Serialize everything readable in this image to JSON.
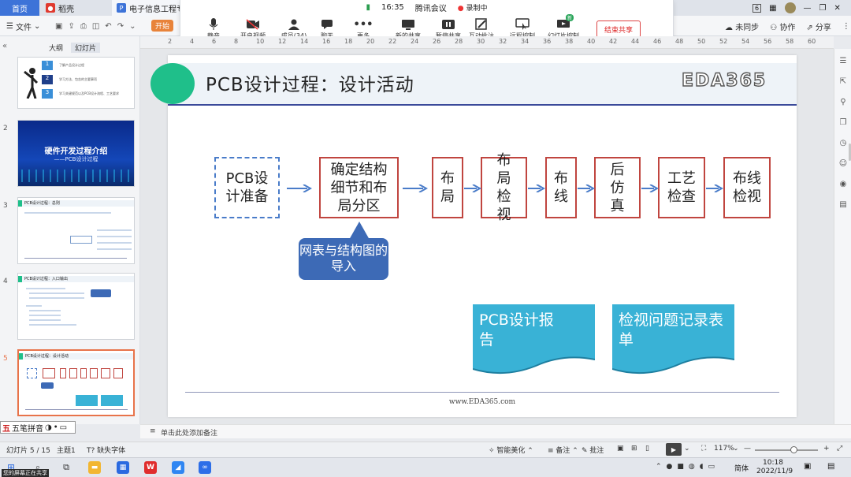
{
  "tabs": [
    {
      "label": "首页",
      "icon": "home-icon"
    },
    {
      "label": "稻壳",
      "icon": "daoke-icon"
    },
    {
      "label": "电子信息工程专业",
      "icon": "presentation-file-icon"
    }
  ],
  "ribbon": {
    "file_label": "文件",
    "start_label": "开始",
    "right_items": [
      "未同步",
      "协作",
      "分享"
    ]
  },
  "meeting": {
    "time": "16:35",
    "app_name": "腾讯会议",
    "recording": "录制中",
    "tools": [
      "静音",
      "开启视频",
      "成员(34)",
      "聊天",
      "更多",
      "新的共享",
      "暂停共享",
      "互动批注",
      "远程控制",
      "幻灯片控制"
    ],
    "new_badge": "新",
    "end_share_label": "结束共享"
  },
  "ruler": {
    "ticks": [
      "2",
      "4",
      "6",
      "8",
      "10",
      "12",
      "14",
      "16",
      "18",
      "20",
      "22",
      "24",
      "26",
      "28",
      "30",
      "32",
      "34",
      "36",
      "38",
      "40",
      "42",
      "44",
      "46",
      "48",
      "50",
      "52",
      "54",
      "56",
      "58",
      "60"
    ]
  },
  "left_panel": {
    "tabs": [
      "大纲",
      "幻灯片"
    ],
    "thumbnails": [
      {
        "number": "",
        "kind": "list",
        "lines": [
          "了解产品设计过程",
          "学习方法、包含的主要事项",
          "学习关键规范以及PCB设计流程、工艺要求"
        ]
      },
      {
        "number": "2",
        "kind": "cover",
        "title": "硬件开发过程介绍",
        "subtitle": "——PCB设计过程"
      },
      {
        "number": "3",
        "kind": "content",
        "title": "PCB设计过程：总则"
      },
      {
        "number": "4",
        "kind": "content",
        "title": "PCB设计过程：入口输出"
      },
      {
        "number": "5",
        "kind": "content",
        "title": "PCB设计过程：设计活动",
        "selected": true
      }
    ]
  },
  "slide": {
    "title": "PCB设计过程：设计活动",
    "logo": "EDA365",
    "steps": [
      "PCB设计准备",
      "确定结构细节和布局分区",
      "布局",
      "布局检视",
      "布线",
      "后仿真",
      "工艺检查",
      "布线检视"
    ],
    "callout": "网表与结构图的导入",
    "docs": [
      "PCB设计报告",
      "检视问题记录表单"
    ],
    "footer_url": "www.EDA365.com"
  },
  "notes_placeholder": "单击此处添加备注",
  "ime_label": "五笔拼音",
  "status": {
    "slide_pos": "幻灯片 5 / 15",
    "theme": "主题1",
    "missing_font": "缺失字体",
    "smart_beautify": "智能美化",
    "notes": "备注",
    "annotate": "批注",
    "zoom": "117%"
  },
  "taskbar": {
    "time": "10:18",
    "date": "2022/11/9",
    "lang": "简体",
    "overlay_hint": "您的屏幕正在共享"
  },
  "colors": {
    "accent_green": "#1fbf8a",
    "box_border": "#c0453f",
    "dashed_border": "#4a7cc9",
    "callout": "#3d6ab6",
    "doc_fill": "#39b2d6",
    "arrow": "#4a7cc9"
  }
}
